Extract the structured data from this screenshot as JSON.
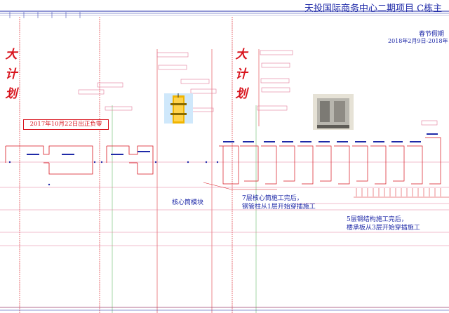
{
  "diagram": {
    "title": "天投国际商务中心二期项目 C栋主",
    "holiday": {
      "label": "春节假期",
      "dates": "2018年2月9日-2018年"
    },
    "big_plan_label_left": [
      "大",
      "计",
      "划"
    ],
    "big_plan_label_right": [
      "大",
      "计",
      "划"
    ],
    "date_banner": "2017年10月22日出正负零",
    "annotations": {
      "core_module": "核心筒模块",
      "core_after_7": [
        "7层核心筒施工完后，",
        "钢管柱从1层开始穿插施工"
      ],
      "steel_after_5": [
        "5层钢结构施工完后，",
        "楼承板从3层开始穿插施工"
      ]
    },
    "images": {
      "core_tower_photo": "yellow tower formwork on blue sky",
      "aluminium_formwork_photo": "grey aluminium formwork mockup"
    },
    "colors": {
      "title": "#1f2aa8",
      "accent_red": "#d8141d",
      "pink_line": "#e37a9a",
      "green_line": "#4caf50",
      "blue_text": "#1f2aa8",
      "grid_line": "#9b3d6e"
    }
  }
}
